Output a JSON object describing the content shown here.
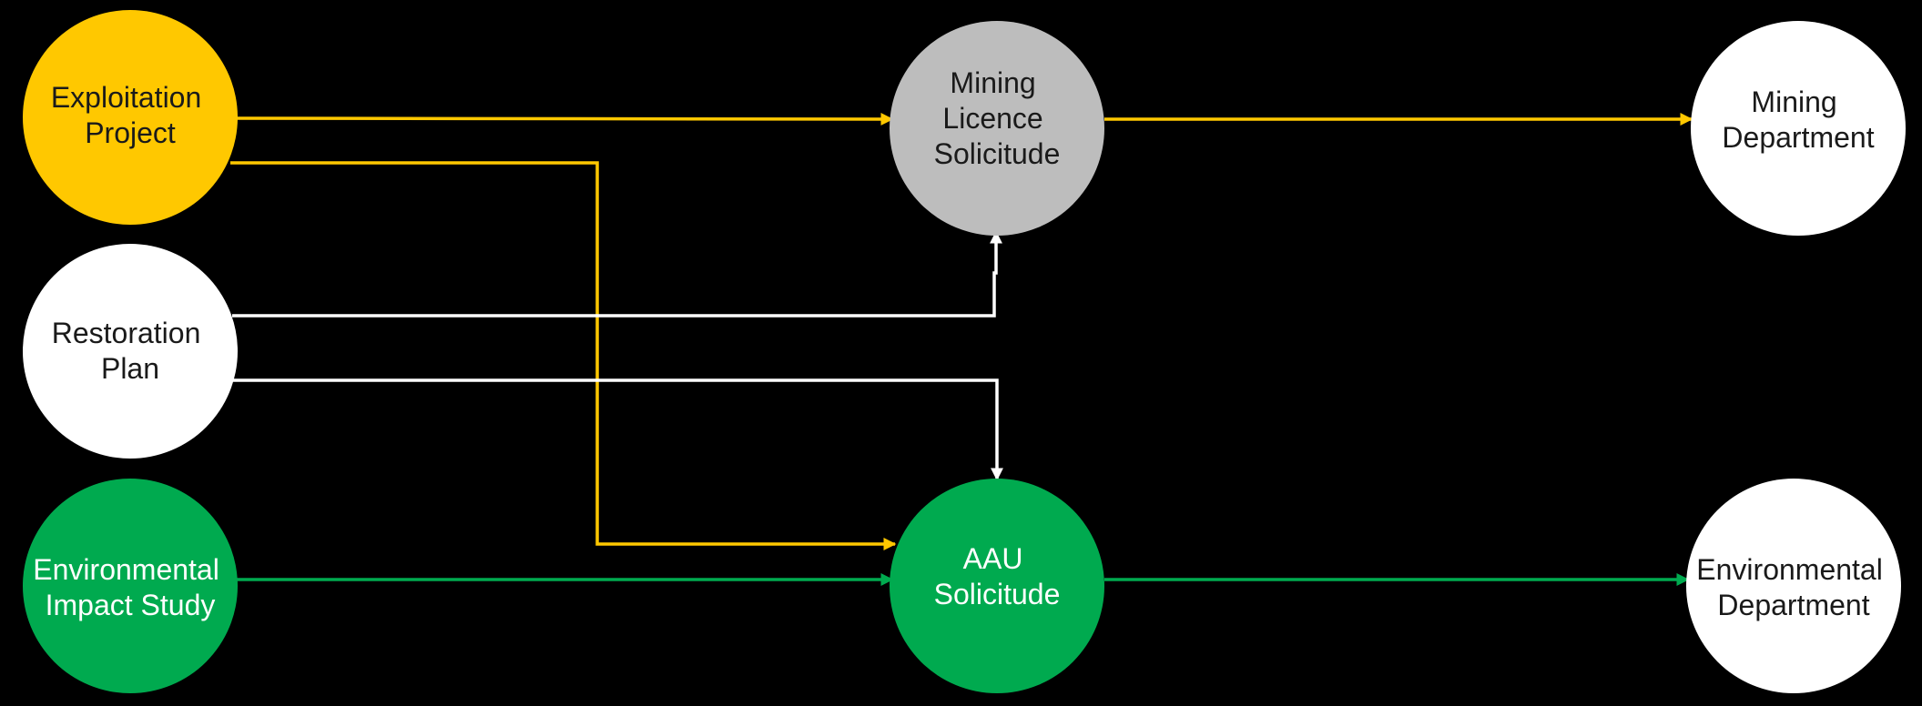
{
  "colors": {
    "background": "#000000",
    "yellow": "#FFC800",
    "green": "#00AA4F",
    "gray": "#BDBDBD",
    "white": "#FFFFFF",
    "dark_text": "#1a1a1a"
  },
  "nodes": {
    "exploitation_project": {
      "lines": [
        "Exploitation",
        "Project"
      ]
    },
    "restoration_plan": {
      "lines": [
        "Restoration",
        "Plan"
      ]
    },
    "environmental_impact_study": {
      "lines": [
        "Environmental",
        "Impact Study"
      ]
    },
    "mining_licence_solicitude": {
      "lines": [
        "Mining",
        "Licence",
        "Solicitude"
      ]
    },
    "aau_solicitude": {
      "lines": [
        "AAU",
        "Solicitude"
      ]
    },
    "mining_department": {
      "lines": [
        "Mining",
        "Department"
      ]
    },
    "environmental_department": {
      "lines": [
        "Environmental",
        "Department"
      ]
    }
  },
  "edges": [
    {
      "from": "exploitation_project",
      "to": "mining_licence_solicitude",
      "color": "yellow"
    },
    {
      "from": "exploitation_project",
      "to": "aau_solicitude",
      "color": "yellow"
    },
    {
      "from": "restoration_plan",
      "to": "mining_licence_solicitude",
      "color": "white"
    },
    {
      "from": "restoration_plan",
      "to": "aau_solicitude",
      "color": "white"
    },
    {
      "from": "environmental_impact_study",
      "to": "aau_solicitude",
      "color": "green"
    },
    {
      "from": "mining_licence_solicitude",
      "to": "mining_department",
      "color": "yellow"
    },
    {
      "from": "aau_solicitude",
      "to": "environmental_department",
      "color": "green"
    }
  ]
}
